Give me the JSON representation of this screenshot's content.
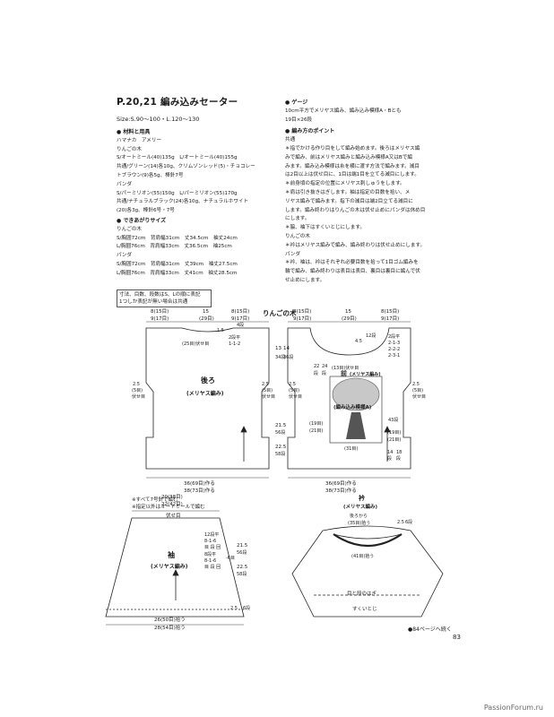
{
  "header": {
    "title": "P.20,21 編み込みセーター",
    "sizes": "Size:S.90～100・L.120～130"
  },
  "left_column": {
    "materials_heading": "● 材料と用具",
    "materials_lines": [
      "ハマナカ　アメリー",
      "りんごの木",
      "S/オートミール(40)135g　L/オートミール(40)155g",
      "共通/グリーン(14)各10g、クリムゾンレッド(5)・チョコレー",
      "トブラウン(9)各5g、棒針7号",
      "パンダ",
      "S/パーミリオン(55)150g　L/パーミリオン(55)170g",
      "共通/ナチュラルブラック(24)各10g、ナチュラルホワイト",
      "(20)各3g、棒針6号・7号"
    ],
    "finished_heading": "● できあがりサイズ",
    "finished_lines": [
      "りんごの木",
      "S/胸囲72cm　背肩幅31cm　丈34.5cm　袖丈24cm",
      "L/胸囲76cm　背肩幅33cm　丈36.5cm　袖25cm",
      "パンダ",
      "S/胸囲72cm　背肩幅31cm　丈39cm　袖丈27.5cm",
      "L/胸囲76cm　背肩幅33cm　丈41cm　袖丈28.5cm"
    ],
    "note_lines": [
      "寸法、目数、段数はS、Lの順に表記",
      "1つしか表記が無い場合は共通"
    ]
  },
  "right_column": {
    "gauge_heading": "● ゲージ",
    "gauge_lines": [
      "10cm平方でメリヤス編み、編み込み模様A・Bとも",
      "19目×26段"
    ],
    "points_heading": "● 編み方のポイント",
    "points_lines": [
      "共通",
      "＊指でかける作り目をして編み始めます。後ろはメリヤス編",
      "みで編み、前はメリヤス編みと編み込み模様A又はBで編",
      "みます。編み込み模様は糸を横に渡す方法で編みます。減目",
      "は2目以上は伏せ目に、1目は端1目を立てる減目にします。",
      "＊前身頃の指定の位置にメリヤス刺しゅうをします。",
      "＊肩は引き抜きはぎします。袖は指定の目数を拾い、メ",
      "リヤス編みで編みます。指下の減目は端2目立てる減目に",
      "します。編み終わりはりんごの木は伏せ止めにパンダは休め目",
      "にします。",
      "＊脇、袖下はすくいとじにします。",
      "りんごの木",
      "＊衿はメリヤス編みで編み、編み終わりは伏せ止めにします。",
      "パンダ",
      "＊衿、袖は、衿はそれぞれ必要目数を拾って1目ゴム編みを",
      "輪で編み、編み終わりは表目は表目、裏目は裏目に編んで伏",
      "せ止めにします。"
    ]
  },
  "diagram": {
    "section_title": "りんごの木",
    "back": {
      "label": "後ろ",
      "sub": "(メリヤス編み)",
      "top_left_a": "8(15目)",
      "top_left_b": "9(17目)",
      "top_mid_a": "15",
      "top_mid_b": "(29目)",
      "top_right_a": "8(15目)",
      "top_right_b": "9(17目)",
      "neck_h1": "1.5",
      "neck_h2": "4段",
      "neck_dec_a": "2段平",
      "neck_dec_b": "1-1-2",
      "neck_bind": "(25目)伏せ目",
      "arm_left_a": "2.5",
      "arm_left_b": "(5目)",
      "arm_left_c": "伏せ目",
      "arm_right_a": "2.5",
      "arm_right_b": "(5目)",
      "arm_right_c": "伏せ目",
      "bottom_a": "36(69目)作る",
      "bottom_b": "38(73目)作る"
    },
    "mid_labels": {
      "armhole_a": "13",
      "armhole_b": "14",
      "armhole_rows_a": "34段",
      "armhole_rows_b": "36段",
      "body_a": "21.5",
      "body_b": "56段",
      "body_c": "22.5",
      "body_d": "58段"
    },
    "front": {
      "label": "前",
      "sub": "(メリヤス編み)",
      "top_left_a": "8(15目)",
      "top_left_b": "9(17目)",
      "top_mid_a": "15",
      "top_mid_b": "(29目)",
      "top_right_a": "8(15目)",
      "top_right_b": "9(17目)",
      "neck_depth_a": "4.5",
      "neck_rows": "12段",
      "neck_dec_a": "2段平",
      "neck_dec_b": "2-1-3",
      "neck_dec_c": "2-2-2",
      "neck_dec_d": "2-3-1",
      "neck_bind": "(13目)伏せ目",
      "inner_a": "22",
      "inner_b": "24",
      "inner_rows_a": "段",
      "inner_rows_b": "段",
      "motif_label": "(編み込み模様A)",
      "motif_rows": "43段",
      "left_st_a": "(19目)",
      "left_st_b": "(21目)",
      "right_st_a": "(19目)",
      "right_st_b": "(21目)",
      "bottom_st": "(31目)",
      "bottom_rows_a": "14",
      "bottom_rows_b": "18",
      "bottom_rows_c": "段",
      "bottom_rows_d": "段",
      "arm_left_a": "2.5",
      "arm_left_b": "(5目)",
      "arm_left_c": "伏せ目",
      "arm_right_a": "2.5",
      "arm_right_b": "(5目)",
      "arm_right_c": "伏せ目",
      "bottom_a": "36(69目)作る",
      "bottom_b": "38(73目)作る"
    },
    "legend_lines": [
      "※すべて7号針で編む",
      "※指定以外はオートミールで編む"
    ],
    "sleeve": {
      "label": "袖",
      "sub": "(メリヤス編み)",
      "top_a": "20(38目)",
      "top_b": "22(42目)",
      "top_c": "伏せ目",
      "dec_a": "12段平",
      "dec_b": "8-1-6",
      "dec_c": "目 段 回",
      "dec_d": "8段平",
      "dec_e": "8-1-6",
      "dec_f": "目 段 回",
      "minus": "-6目",
      "len_a": "21.5",
      "len_b": "56段",
      "len_c": "22.5",
      "len_d": "58段",
      "cuff_a": "2.5",
      "cuff_b": "6段",
      "bottom_a": "26(50目)拾う",
      "bottom_b": "28(54目)拾う"
    },
    "collar": {
      "label": "衿",
      "sub": "(メリヤス編み)",
      "pick_a": "後ろから",
      "pick_b": "(35目)拾う",
      "height_a": "2.5",
      "height_b": "6段",
      "front_pick": "(41目)拾う",
      "join_a": "目と段のはぎ",
      "join_b": "すくいとじ"
    }
  },
  "footer": {
    "next": "●84ページへ続く",
    "page_number": "83",
    "credit": "PassionForum.ru"
  }
}
